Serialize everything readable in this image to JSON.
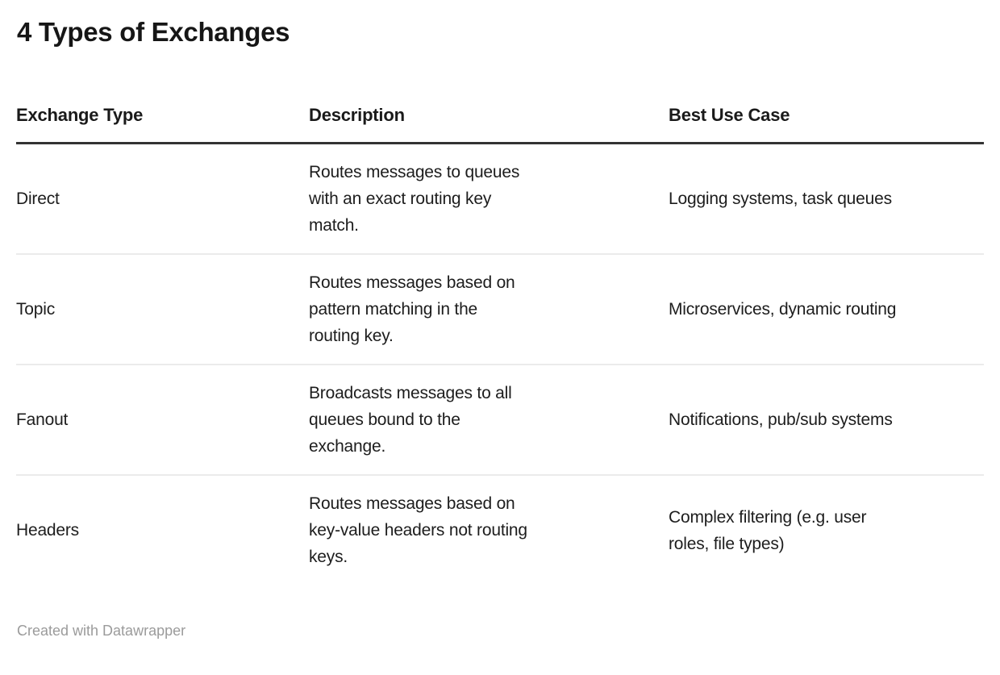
{
  "title": "4 Types of Exchanges",
  "table": {
    "columns": [
      "Exchange Type",
      "Description",
      "Best Use Case"
    ],
    "rows": [
      {
        "type": "Direct",
        "description": "Routes messages to queues\nwith an exact routing key\nmatch.",
        "use_case": "Logging systems, task queues"
      },
      {
        "type": "Topic",
        "description": "Routes messages based on\npattern matching in the\nrouting key.",
        "use_case": "Microservices, dynamic routing"
      },
      {
        "type": "Fanout",
        "description": "Broadcasts messages to all\nqueues bound to the\nexchange.",
        "use_case": "Notifications, pub/sub systems"
      },
      {
        "type": "Headers",
        "description": "Routes messages based on\nkey-value headers not routing\nkeys.",
        "use_case": "Complex filtering (e.g. user\nroles, file types)"
      }
    ]
  },
  "footer": {
    "credit": "Created with Datawrapper"
  },
  "colors": {
    "text": "#1d1d1d",
    "title": "#161616",
    "header_rule": "#333333",
    "row_divider": "#ebebeb",
    "credit_text": "#9b9b9b",
    "background": "#ffffff"
  },
  "chart_data": {
    "type": "table",
    "title": "4 Types of Exchanges",
    "columns": [
      "Exchange Type",
      "Description",
      "Best Use Case"
    ],
    "rows": [
      [
        "Direct",
        "Routes messages to queues with an exact routing key match.",
        "Logging systems, task queues"
      ],
      [
        "Topic",
        "Routes messages based on pattern matching in the routing key.",
        "Microservices, dynamic routing"
      ],
      [
        "Fanout",
        "Broadcasts messages to all queues bound to the exchange.",
        "Notifications, pub/sub systems"
      ],
      [
        "Headers",
        "Routes messages based on key-value headers not routing keys.",
        "Complex filtering (e.g. user roles, file types)"
      ]
    ],
    "layout_hints": {
      "header_rule": "thick dark line below column headers",
      "row_dividers": "thin light gray lines between rows",
      "grid": "horizontal only",
      "source_tool_credit": "Created with Datawrapper"
    }
  }
}
